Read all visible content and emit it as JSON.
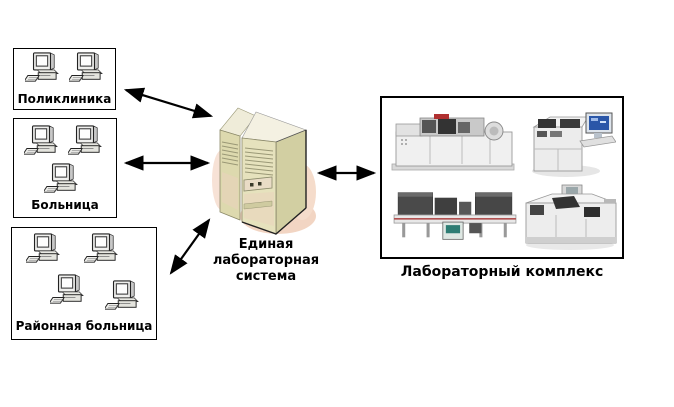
{
  "diagram": {
    "boxes": {
      "polyclinic": {
        "label": "Поликлиника",
        "computers": 2
      },
      "hospital": {
        "label": "Больница",
        "computers": 3
      },
      "district_hospital": {
        "label": "Районная больница",
        "computers": 4
      }
    },
    "server": {
      "label": "Единая лабораторная система"
    },
    "lab": {
      "label": "Лабораторный комплекс",
      "machines": 4
    },
    "connections": [
      {
        "from": "polyclinic",
        "to": "server",
        "type": "bidirectional"
      },
      {
        "from": "hospital",
        "to": "server",
        "type": "bidirectional"
      },
      {
        "from": "district_hospital",
        "to": "server",
        "type": "bidirectional"
      },
      {
        "from": "server",
        "to": "lab",
        "type": "bidirectional"
      }
    ],
    "colors": {
      "background": "#ffffff",
      "box_border": "#000000",
      "arrow": "#000000",
      "text": "#000000",
      "server_front": "#e6e2bd",
      "server_side": "#d2cfa2",
      "server_top": "#f4f1e2",
      "server_shadow": "#f2d5c3",
      "machine_body": "#efefef",
      "machine_dark": "#3f3f3f",
      "accent_red": "#b03030",
      "screen_blue": "#2a56a8",
      "screen_teal": "#2e7d74"
    }
  }
}
